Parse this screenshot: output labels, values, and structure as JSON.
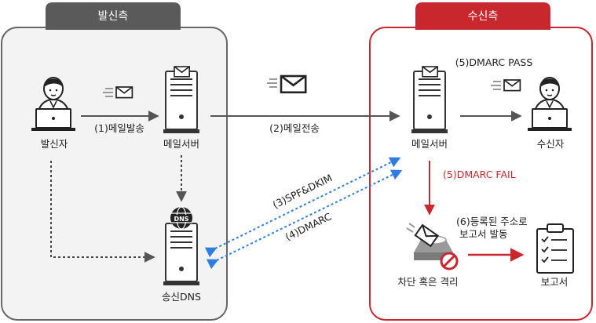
{
  "sender_panel": {
    "title": "발신측"
  },
  "receiver_panel": {
    "title": "수신측"
  },
  "nodes": {
    "sender": "발신자",
    "sender_mail_server": "메일서버",
    "sender_dns": "송신DNS",
    "dns_badge": "DNS",
    "receiver_mail_server": "메일서버",
    "receiver": "수신자",
    "quarantine": "차단 혹은 격리",
    "report": "보고서"
  },
  "steps": {
    "step1": "(1)메일발송",
    "step2": "(2)메일전송",
    "step3": "(3)SPF&DKIM",
    "step4": "(4)DMARC",
    "step5_pass": "(5)DMARC PASS",
    "step5_fail": "(5)DMARC FAIL",
    "step6_line1": "(6)등록된 주소로",
    "step6_line2": "보고서 발동"
  },
  "colors": {
    "sender_tab": "#5a5a5a",
    "receiver_accent": "#c8282d",
    "dotted_blue": "#2f7de1",
    "stroke": "#555555"
  }
}
